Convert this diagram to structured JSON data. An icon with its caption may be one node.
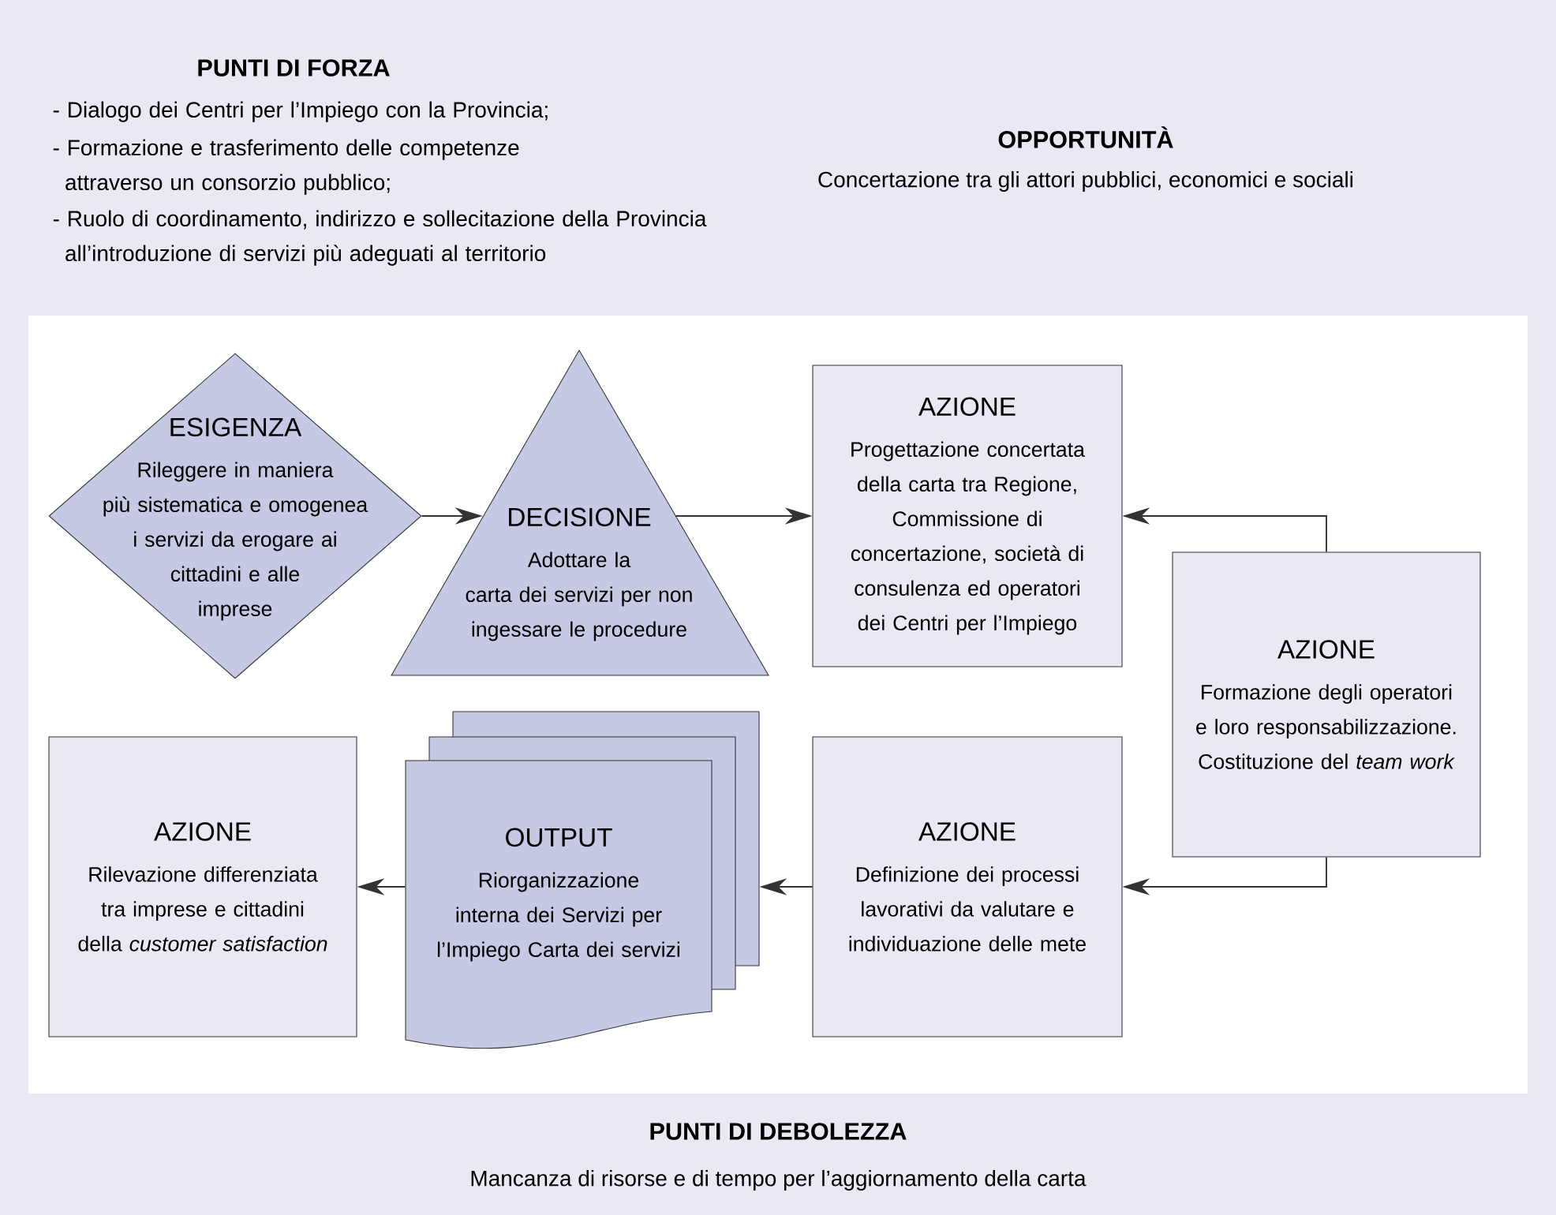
{
  "diagram": {
    "nodes": [
      {
        "text": [
          "ESIGENZA",
          "Rileggere in maniera più sistematica e omogenea i servizi da erogare ai cittadini e alle imprese"
        ]
      },
      {
        "text": [
          "DECISIONE",
          "Adottare la carta dei servizi per non ingessare le procedure"
        ]
      },
      {
        "text": [
          "AZIONE",
          "Progettazione concertata della carta tra Regione, Commissione di concertazione, società di consulenza ed operatori dei Centri per l’Impiego"
        ]
      },
      {
        "text": [
          "AZIONE",
          "Formazione degli operatori e loro responsabilizzazione. Costituzione del *team work*"
        ]
      },
      {
        "text": [
          "AZIONE",
          "Definizione dei processi lavorativi da valutare e individuazione delle mete"
        ]
      },
      {
        "text": [
          "OUTPUT",
          "Riorganizzazione interna dei Servizi per l’Impiego Carta dei servizi"
        ]
      },
      {
        "text": [
          "AZIONE",
          "Rilevazione differenziata tra imprese e cittadini della *customer satisfaction*"
        ]
      }
    ],
    "edges": [
      {
        "from": 0,
        "to": 1,
        "arrow": "to"
      },
      {
        "from": 1,
        "to": 2,
        "arrow": "to"
      },
      {
        "from": 3,
        "to": 2,
        "arrow": "to"
      },
      {
        "from": 3,
        "to": 4,
        "arrow": "to"
      },
      {
        "from": 4,
        "to": 5,
        "arrow": "to"
      },
      {
        "from": 5,
        "to": 6,
        "arrow": "to"
      }
    ],
    "labels": [
      "PUNTI DI FORZA",
      "- Dialogo dei Centri per l’Impiego con la Provincia;",
      "- Formazione e trasferimento delle competenze attraverso un consorzio pubblico;",
      "- Ruolo di coordinamento, indirizzo e sollecitazione della Provincia all’introduzione di servizi più adeguati al territorio",
      "OPPORTUNITÀ",
      "Concertazione tra gli attori pubblici, economici e sociali",
      "PUNTI DI DEBOLEZZA",
      "Mancanza di risorse e di tempo per l’aggiornamento della carta"
    ]
  }
}
